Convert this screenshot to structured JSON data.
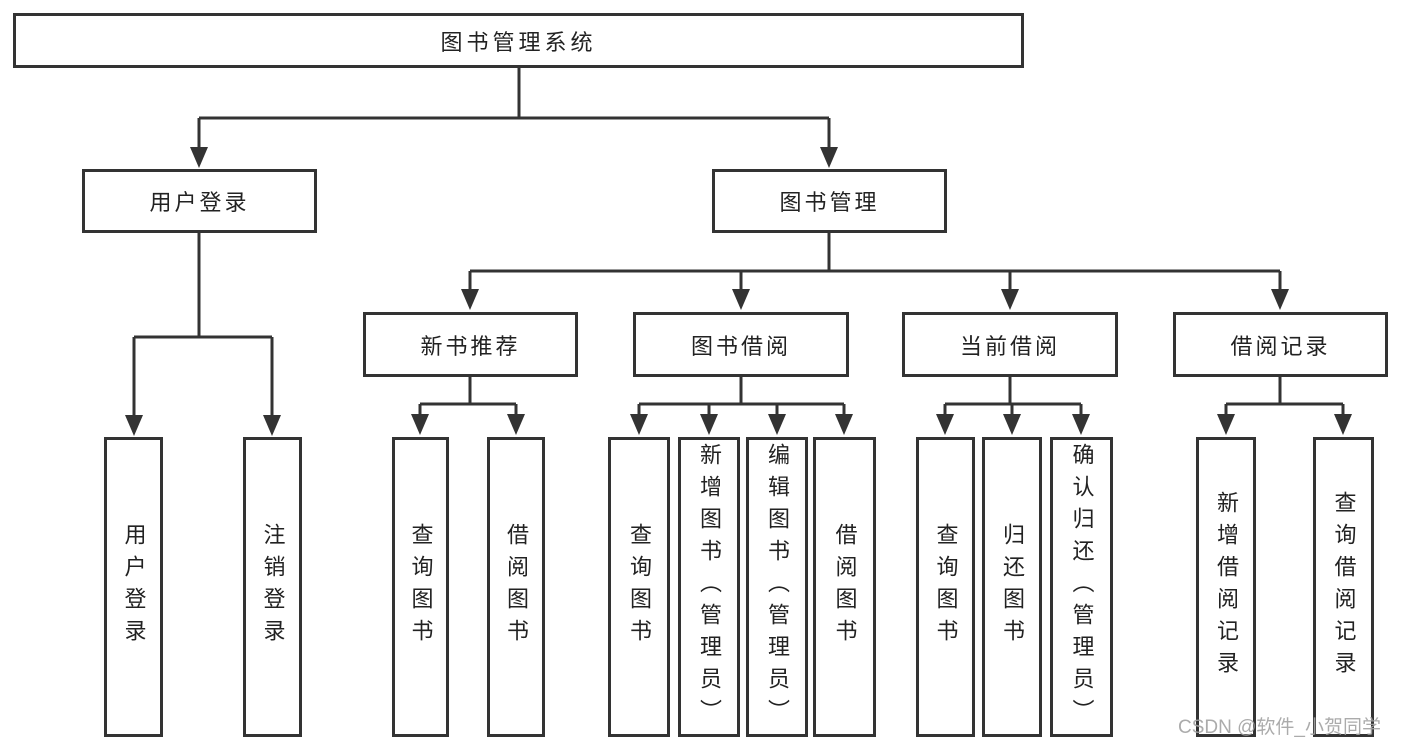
{
  "tree": {
    "label": "图书管理系统",
    "children": [
      {
        "label": "用户登录",
        "children": [
          {
            "label": "用户登录"
          },
          {
            "label": "注销登录"
          }
        ]
      },
      {
        "label": "图书管理",
        "children": [
          {
            "label": "新书推荐",
            "children": [
              {
                "label": "查询图书"
              },
              {
                "label": "借阅图书"
              }
            ]
          },
          {
            "label": "图书借阅",
            "children": [
              {
                "label": "查询图书"
              },
              {
                "label": "新增图书（管理员）"
              },
              {
                "label": "编辑图书（管理员）"
              },
              {
                "label": "借阅图书"
              }
            ]
          },
          {
            "label": "当前借阅",
            "children": [
              {
                "label": "查询图书"
              },
              {
                "label": "归还图书"
              },
              {
                "label": "确认归还（管理员）"
              }
            ]
          },
          {
            "label": "借阅记录",
            "children": [
              {
                "label": "新增借阅记录"
              },
              {
                "label": "查询借阅记录"
              }
            ]
          }
        ]
      }
    ]
  },
  "watermark": {
    "text": "CSDN @软件_小贺同学"
  },
  "colors": {
    "line": "#333333",
    "text": "#222222",
    "watermark": "#a3a3a3",
    "background": "#ffffff"
  }
}
